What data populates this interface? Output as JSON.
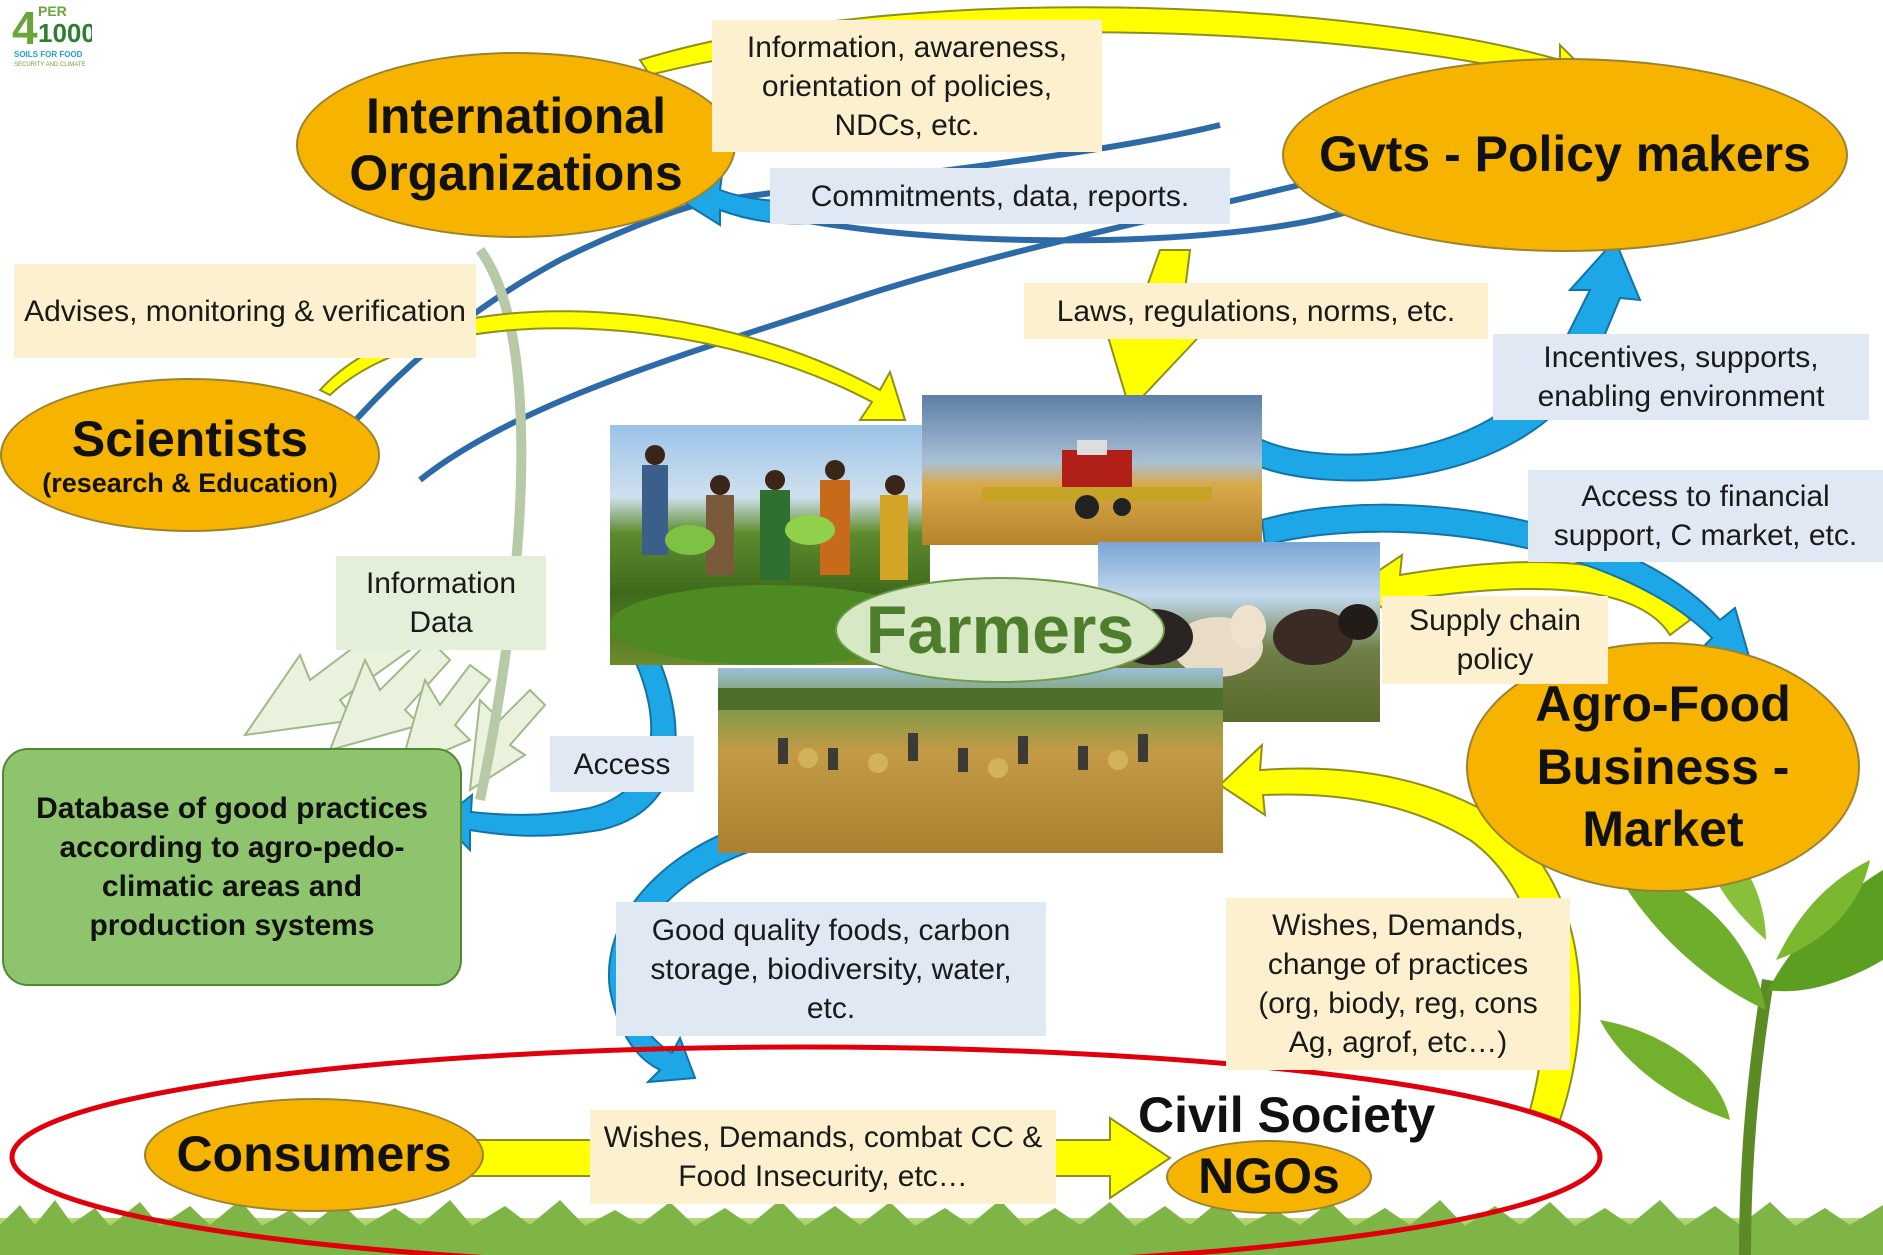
{
  "logo": {
    "number": "4",
    "per": "PER",
    "thousand": "1000",
    "tagline1": "SOILS FOR FOOD",
    "tagline2": "SECURITY AND CLIMATE"
  },
  "nodes": {
    "international_orgs": "International Organizations",
    "gvts": "Gvts - Policy makers",
    "scientists_title": "Scientists",
    "scientists_sub": "(research & Education)",
    "farmers": "Farmers",
    "agro_food": "Agro-Food Business - Market",
    "consumers": "Consumers",
    "civil_society": "Civil Society",
    "ngos": "NGOs",
    "database": "Database of good practices according to agro-pedo-climatic areas and production systems"
  },
  "flows": {
    "info_awareness": "Information, awareness, orientation of policies, NDCs, etc.",
    "commitments": "Commitments, data, reports.",
    "advises": "Advises, monitoring & verification",
    "laws": "Laws, regulations, norms, etc.",
    "incentives": "Incentives, supports, enabling environment",
    "financial": "Access to financial support, C market, etc.",
    "information_data": "Information Data",
    "supply_chain": "Supply chain policy",
    "access": "Access",
    "good_quality": "Good quality foods, carbon storage, biodiversity, water, etc.",
    "wishes_practices": "Wishes, Demands, change of practices (org, biody, reg, cons Ag, agrof, etc…)",
    "wishes_combat": "Wishes, Demands, combat CC & Food Insecurity, etc…"
  },
  "colors": {
    "oval_fill": "#f6b400",
    "yellow_arrow": "#ffff00",
    "blue_arrow": "#1ea7e6",
    "dark_blue_curve": "#2d6aa8",
    "pale_arrow": "#e8f0da",
    "farmers_fill": "#d7e8c5",
    "farmers_text": "#4e7d2c",
    "consumer_ellipse": "#e0000b",
    "database_fill": "#8fc46e",
    "logo_green": "#6aa53c"
  }
}
